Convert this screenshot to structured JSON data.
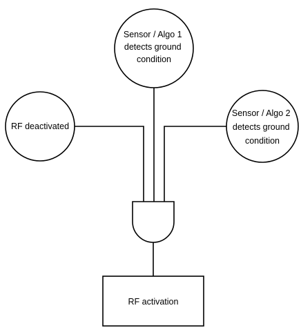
{
  "diagram": {
    "nodes": {
      "sensor1": {
        "lines": [
          "Sensor / Algo 1",
          "detects ground",
          "condition"
        ]
      },
      "rf_deactivated": {
        "lines": [
          "RF deactivated"
        ]
      },
      "sensor2": {
        "lines": [
          "Sensor / Algo 2",
          "detects ground",
          "condition"
        ]
      },
      "and_gate": {
        "label": ""
      },
      "rf_activation": {
        "lines": [
          "RF activation"
        ]
      }
    }
  }
}
